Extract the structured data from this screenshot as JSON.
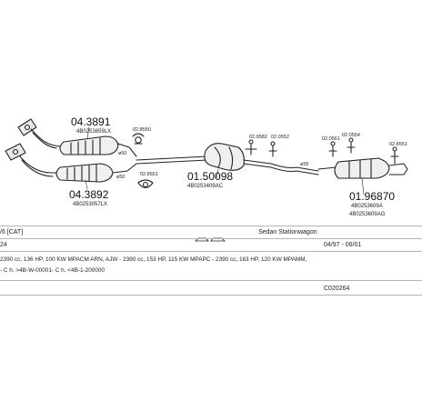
{
  "parts": {
    "cat_top": {
      "number": "04.3891",
      "oe": "4B0253859LX"
    },
    "cat_bottom": {
      "number": "04.3892",
      "oe": "4B0253057LX"
    },
    "middle_silencer": {
      "number": "01.50098",
      "oe": "4B0253409AC"
    },
    "rear_silencer": {
      "number": "01.96870",
      "oe1": "4B0253609A",
      "oe2": "4B0253609AG"
    }
  },
  "fittings": {
    "clamp_1": "02.8550",
    "clamp_2": "02.8551",
    "hanger_1": "02.0582",
    "hanger_2": "02.0552",
    "hanger_3": "02.0561",
    "hanger_4": "02.0554",
    "hanger_5": "02.8551"
  },
  "dimensions": {
    "d1": "ø50",
    "d2": "ø50",
    "d3": "ø55"
  },
  "info": {
    "row1_left": "/6 [CAT]",
    "row1_body": "Sedan Stationwagon",
    "row2_left": "24",
    "row2_date": "04/97 - 06/01",
    "row3_engine": "2390 cc, 136 HP, 100 KW MPACM ARN, AJW - 2390 cc, 153 HP, 115 KW MPAPC - 2390 cc, 163 HP, 120 KW MPAMM,",
    "row4_codes": "- C h. >4B-W-00001- C h. <4B-1-200000",
    "row5_code": "C020264"
  },
  "colors": {
    "line": "#222222",
    "rule": "#b5b5b5"
  }
}
